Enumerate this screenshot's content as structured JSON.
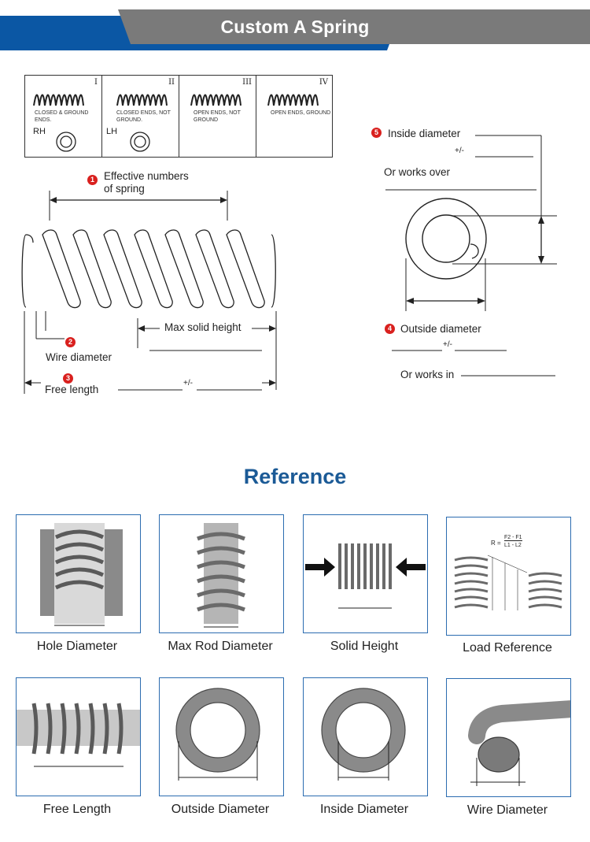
{
  "header": {
    "title": "Custom A Spring",
    "accent_blue": "#0b57a4",
    "banner_gray": "#7a7a7a"
  },
  "end_types": [
    {
      "roman": "I",
      "caption": "CLOSED & GROUND ENDS.",
      "direction": "RH"
    },
    {
      "roman": "II",
      "caption": "CLOSED ENDS, NOT GROUND.",
      "direction": "LH"
    },
    {
      "roman": "III",
      "caption": "OPEN ENDS, NOT GROUND",
      "direction": ""
    },
    {
      "roman": "IV",
      "caption": "OPEN ENDS, GROUND",
      "direction": ""
    }
  ],
  "spring_diagram": {
    "effective_num": "1",
    "effective_label_1": "Effective numbers",
    "effective_label_2": "of spring",
    "max_solid_height": "Max solid height",
    "wire_num": "2",
    "wire_diameter": "Wire diameter",
    "free_num": "3",
    "free_length": "Free length",
    "free_tolerance": "+/-"
  },
  "ring_diagram": {
    "inside_num": "5",
    "inside_diameter": "Inside diameter",
    "inside_tolerance": "+/-",
    "works_over": "Or works over",
    "outside_num": "4",
    "outside_diameter": "Outside diameter",
    "outside_tolerance": "+/-",
    "works_in": "Or works in"
  },
  "reference": {
    "title": "Reference",
    "cards": [
      {
        "caption": "Hole Diameter",
        "icon": "spring-in-hole"
      },
      {
        "caption": "Max Rod Diameter",
        "icon": "spring-on-rod"
      },
      {
        "caption": "Solid Height",
        "icon": "compressed-spring"
      },
      {
        "caption": "Load Reference",
        "icon": "load-chart",
        "formula_lhs": "R =",
        "formula_num": "F2 - F1",
        "formula_den": "L1 - L2"
      },
      {
        "caption": "Free Length",
        "icon": "spring-free-length"
      },
      {
        "caption": "Outside Diameter",
        "icon": "ring-outside"
      },
      {
        "caption": "Inside Diameter",
        "icon": "ring-inside"
      },
      {
        "caption": "Wire Diameter",
        "icon": "wire-end"
      }
    ]
  }
}
